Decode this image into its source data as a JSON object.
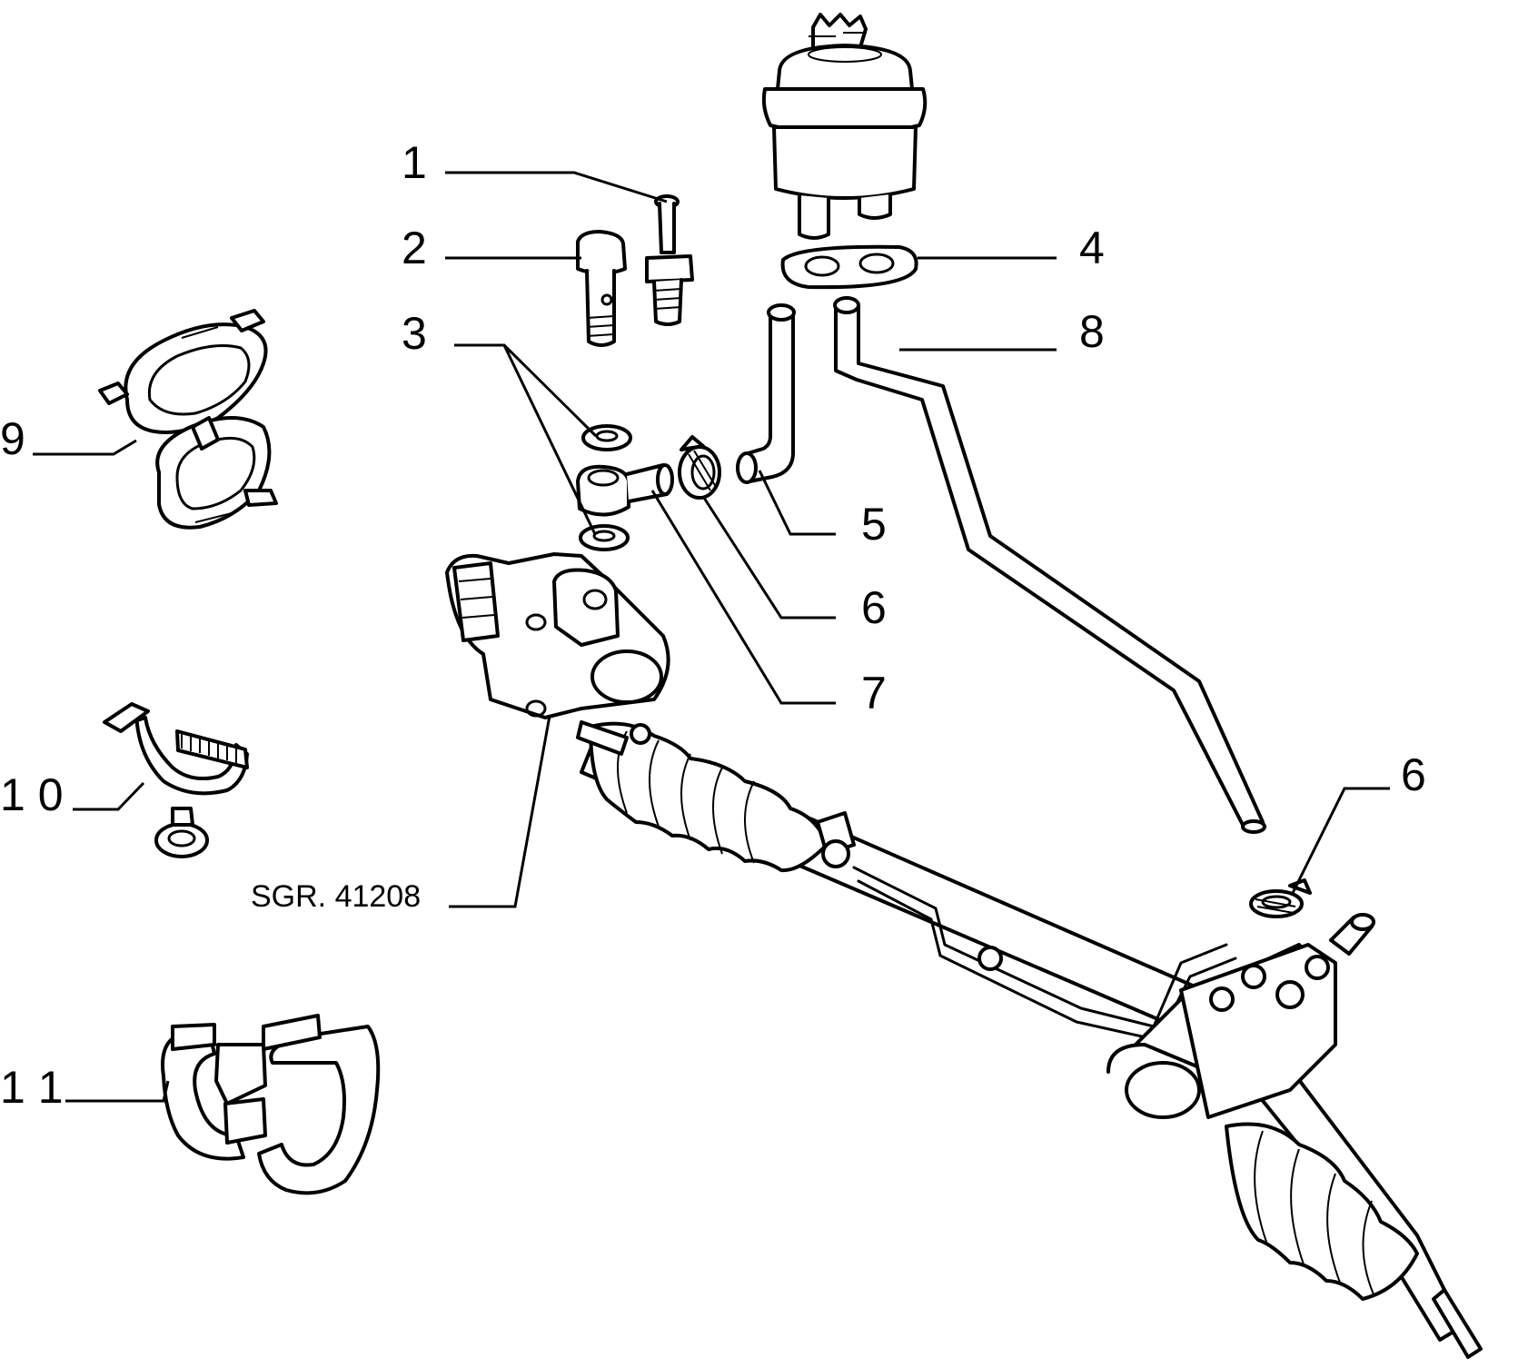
{
  "diagram": {
    "callouts": [
      {
        "id": "c1",
        "label": "1"
      },
      {
        "id": "c2",
        "label": "2"
      },
      {
        "id": "c3",
        "label": "3"
      },
      {
        "id": "c4",
        "label": "4"
      },
      {
        "id": "c5",
        "label": "5"
      },
      {
        "id": "c6a",
        "label": "6"
      },
      {
        "id": "c6b",
        "label": "6"
      },
      {
        "id": "c7",
        "label": "7"
      },
      {
        "id": "c8",
        "label": "8"
      },
      {
        "id": "c9",
        "label": "9"
      },
      {
        "id": "c10",
        "label": "1 0"
      },
      {
        "id": "c11",
        "label": "1 1"
      }
    ],
    "reference": "SGR. 41208"
  }
}
